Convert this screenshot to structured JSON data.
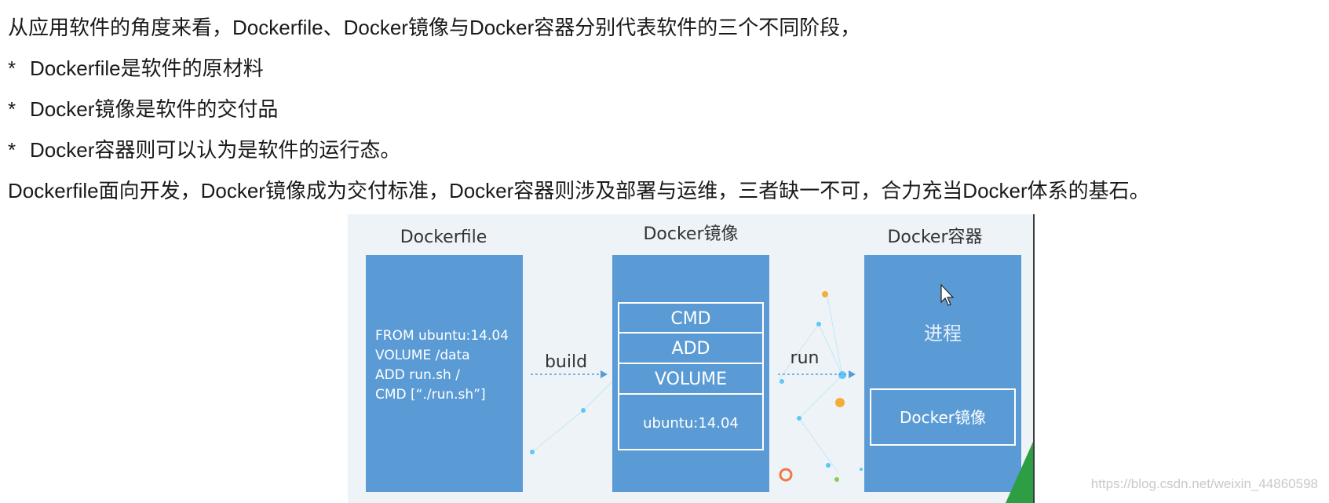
{
  "article": {
    "intro": "从应用软件的角度来看，Dockerfile、Docker镜像与Docker容器分别代表软件的三个不同阶段，",
    "bullets": [
      {
        "marker": "*",
        "text": "Dockerfile是软件的原材料"
      },
      {
        "marker": "*",
        "text": "Docker镜像是软件的交付品"
      },
      {
        "marker": "*",
        "text": "Docker容器则可以认为是软件的运行态。"
      }
    ],
    "summary": "Dockerfile面向开发，Docker镜像成为交付标准，Docker容器则涉及部署与运维，三者缺一不可，合力充当Docker体系的基石。"
  },
  "figure": {
    "dockerfile_title": "Dockerfile",
    "image_title": "Docker镜像",
    "container_title": "Docker容器",
    "dockerfile_lines": [
      "FROM ubuntu:14.04",
      "VOLUME /data",
      "ADD run.sh /",
      "CMD [“./run.sh”]"
    ],
    "image_layers": [
      "CMD",
      "ADD",
      "VOLUME",
      "ubuntu:14.04"
    ],
    "build_label": "build",
    "run_label": "run",
    "process_label": "进程",
    "container_image_label": "Docker镜像",
    "colors": {
      "box": "#5b9bd5",
      "background": "#eef3f7",
      "accent_orange": "#f5a623",
      "accent_cyan": "#4fc3f7"
    }
  },
  "watermark": "https://blog.csdn.net/weixin_44860598"
}
